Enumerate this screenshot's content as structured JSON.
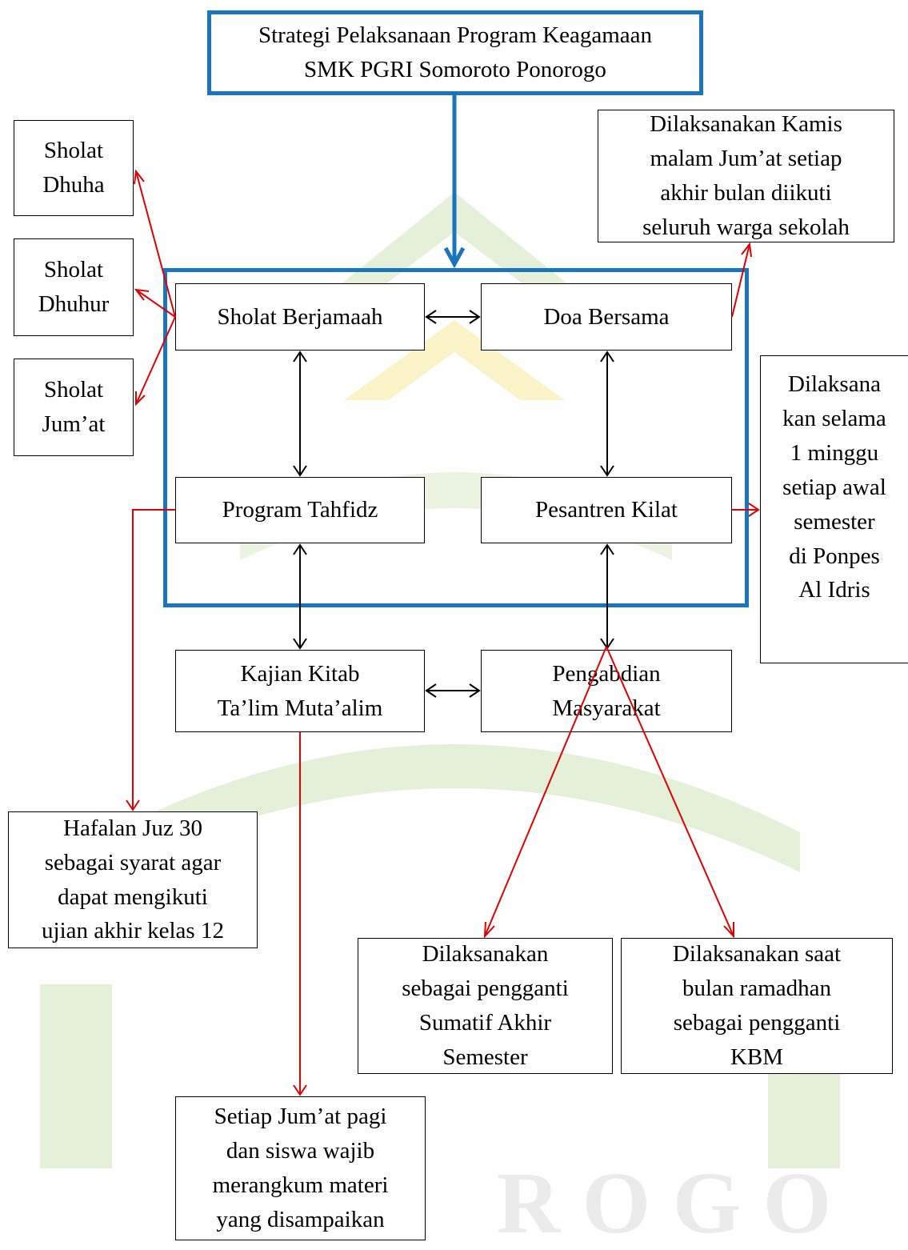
{
  "title": {
    "line": "Strategi Pelaksanaan Program Keagamaan\nSMK PGRI Somoroto Ponorogo"
  },
  "programs": {
    "sholat": "Sholat Berjamaah",
    "doa": "Doa Bersama",
    "tahfidz": "Program Tahfidz",
    "pesantren": "Pesantren Kilat",
    "kajian": "Kajian Kitab\nTa’lim Muta’alim",
    "pengabdian": "Pengabdian\nMasyarakat"
  },
  "sholat_types": {
    "dhuha": "Sholat\nDhuha",
    "dhuhur": "Sholat\nDhuhur",
    "jumat": "Sholat\nJum’at"
  },
  "notes": {
    "doa": "Dilaksanakan Kamis\nmalam Jum’at  setiap\nakhir bulan diikuti\nseluruh warga sekolah",
    "pesantren": "Dilaksana\nkan selama\n1 minggu\nsetiap awal\nsemester\ndi Ponpes\nAl Idris",
    "tahfidz": "Hafalan Juz 30\nsebagai syarat agar\ndapat mengikuti\nujian akhir kelas 12",
    "pengabdian_1": "Dilaksanakan\nsebagai pengganti\nSumatif Akhir\nSemester",
    "pengabdian_2": "Dilaksanakan saat\nbulan ramadhan\nsebagai pengganti\nKBM",
    "kajian": "Setiap Jum’at pagi\ndan siswa wajib\nmerangkum materi\nyang disampaikan"
  },
  "watermark": {
    "text": "R O G O"
  },
  "colors": {
    "frame": "#1b75bc",
    "note_arrow": "#e00000",
    "link_arrow": "#000000",
    "watermark": "#dfeecf",
    "watermark_yellow": "#fbf3c8"
  }
}
